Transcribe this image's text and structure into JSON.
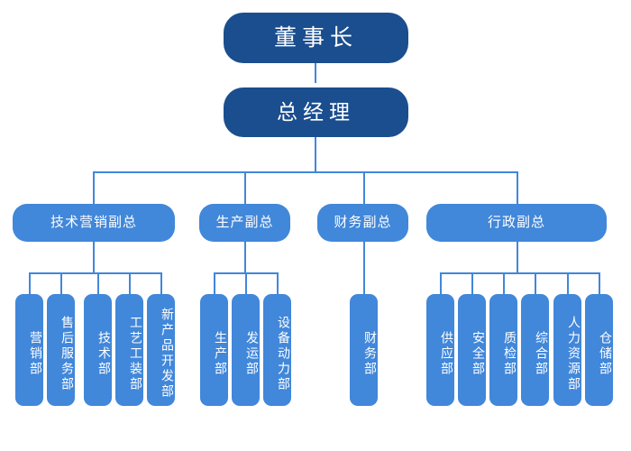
{
  "diagram": {
    "type": "org-chart",
    "title": "",
    "colors": {
      "level_top": "#1A4E8F",
      "level_mid": "#4187DA",
      "connector": "#4187DA",
      "text": "#FFFFFF",
      "background": "#FFFFFF"
    },
    "nodes": {
      "chairman": "董事长",
      "general_manager": "总经理",
      "vp": [
        {
          "label": "技术营销副总"
        },
        {
          "label": "生产副总"
        },
        {
          "label": "财务副总"
        },
        {
          "label": "行政副总"
        }
      ],
      "departments": [
        {
          "label": "营销部"
        },
        {
          "label": "售后服务部"
        },
        {
          "label": "技术部"
        },
        {
          "label": "工艺工装部"
        },
        {
          "label": "新产品开发部"
        },
        {
          "label": "生产部"
        },
        {
          "label": "发运部"
        },
        {
          "label": "设备动力部"
        },
        {
          "label": "财务部"
        },
        {
          "label": "供应部"
        },
        {
          "label": "安全部"
        },
        {
          "label": "质检部"
        },
        {
          "label": "综合部"
        },
        {
          "label": "人力资源部"
        },
        {
          "label": "仓储部"
        }
      ]
    }
  }
}
